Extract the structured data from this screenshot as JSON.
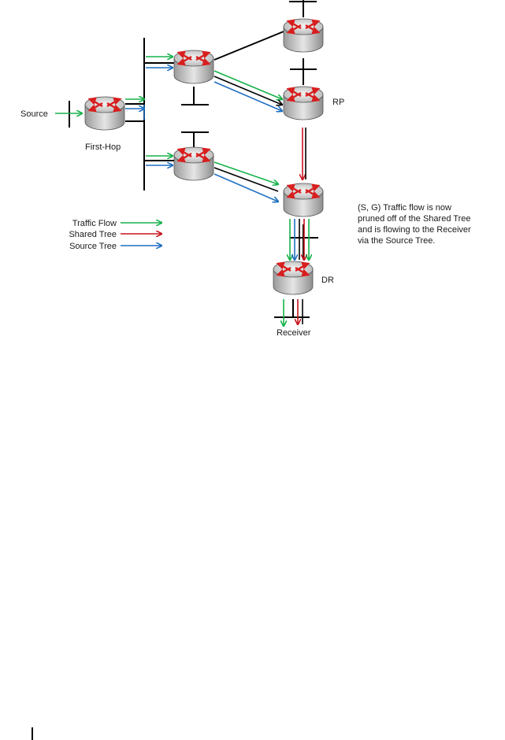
{
  "labels": {
    "source": "Source",
    "first_hop": "First-Hop",
    "rp": "RP",
    "dr": "DR",
    "receiver": "Receiver"
  },
  "legend": [
    {
      "text": "Traffic Flow",
      "color": "#16b24a"
    },
    {
      "text": "Shared Tree",
      "color": "#c8141e"
    },
    {
      "text": "Source Tree",
      "color": "#1f6fc0"
    }
  ],
  "note": [
    "(S, G) Traffic flow is now",
    "pruned off of the Shared Tree",
    "and is flowing to the Receiver",
    "via the Source Tree."
  ],
  "icons": {
    "router": "router-icon"
  },
  "colors": {
    "traffic": "#16b24a",
    "shared": "#c8141e",
    "source": "#1f6fc0",
    "router_body": "#c8c8c8",
    "router_arrow": "#d81e1e"
  }
}
